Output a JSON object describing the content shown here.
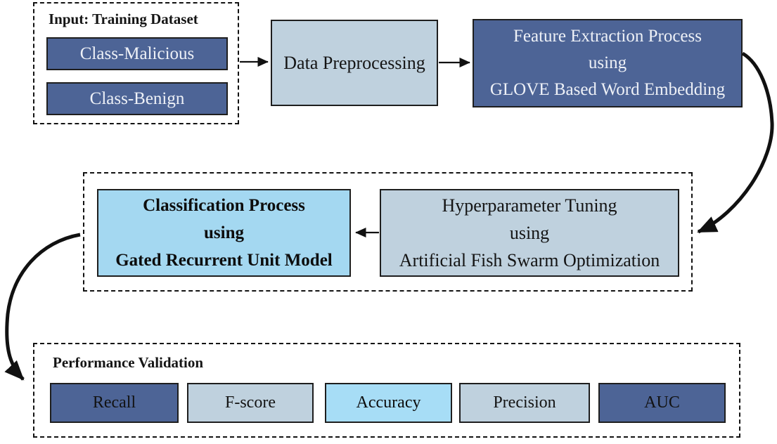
{
  "colors": {
    "dark_blue": "#4d6496",
    "panel_blue": "#bfd1de",
    "sky_blue": "#a4d8f1",
    "cyan_blue": "#a7ddf6"
  },
  "input_group": {
    "title": "Input: Training Dataset",
    "items": [
      {
        "label": "Class-Malicious"
      },
      {
        "label": "Class-Benign"
      }
    ]
  },
  "preprocessing": {
    "label": "Data Preprocessing"
  },
  "feature_extraction": {
    "lines": [
      "Feature Extraction Process",
      "using",
      "GLOVE Based Word Embedding"
    ]
  },
  "classification": {
    "lines": [
      "Classification Process",
      "using",
      "Gated Recurrent Unit Model"
    ]
  },
  "hyperparameter_tuning": {
    "lines": [
      "Hyperparameter Tuning",
      "using",
      "Artificial Fish Swarm Optimization"
    ]
  },
  "performance_group": {
    "title": "Performance Validation",
    "metrics": [
      {
        "label": "Recall",
        "variant": "dark"
      },
      {
        "label": "F-score",
        "variant": "panel"
      },
      {
        "label": "Accuracy",
        "variant": "cyan"
      },
      {
        "label": "Precision",
        "variant": "panel"
      },
      {
        "label": "AUC",
        "variant": "dark"
      }
    ]
  }
}
